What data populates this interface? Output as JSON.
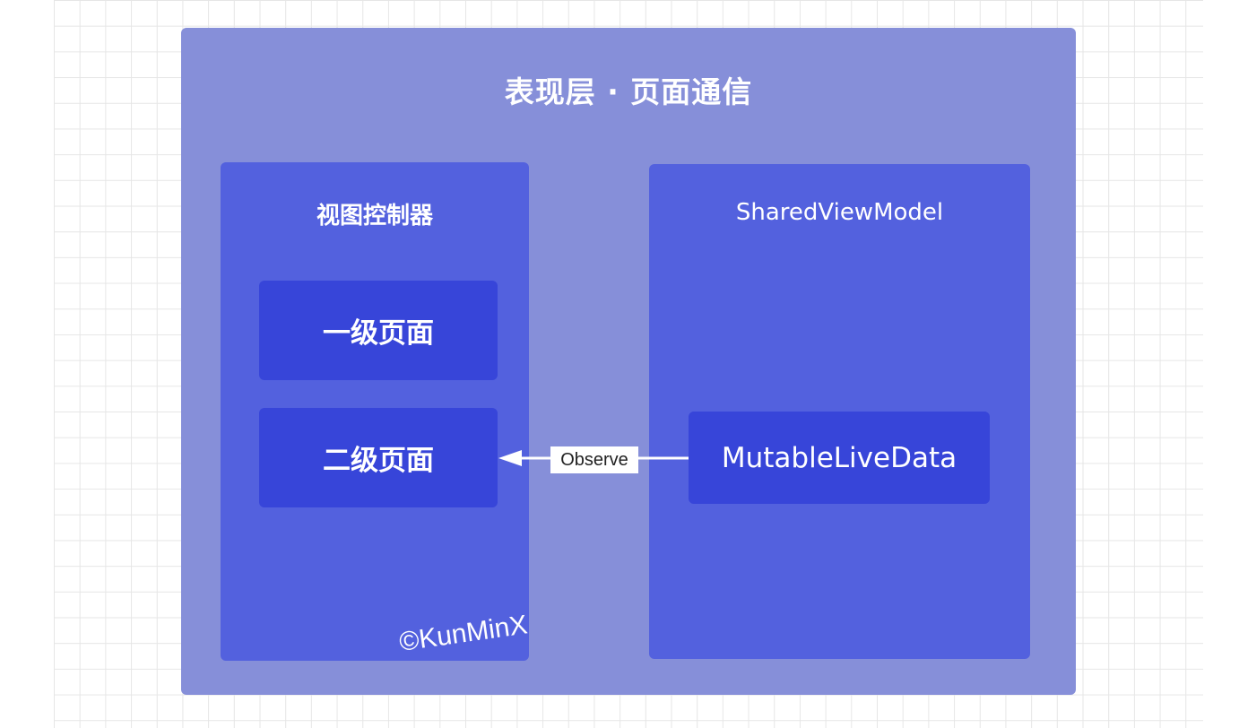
{
  "diagram": {
    "title": "表现层 · 页面通信",
    "view_controller": {
      "title": "视图控制器",
      "pages": [
        "一级页面",
        "二级页面"
      ]
    },
    "shared_view_model": {
      "title": "SharedViewModel",
      "live_data": "MutableLiveData"
    },
    "edge": {
      "label": "Observe",
      "from": "MutableLiveData",
      "to": "二级页面"
    },
    "watermark": "©KunMinX"
  },
  "colors": {
    "outer_panel": "#868fd9",
    "inner_panel": "#5361de",
    "node": "#3745d9",
    "text": "#ffffff",
    "grid": "#e6e6e6"
  }
}
